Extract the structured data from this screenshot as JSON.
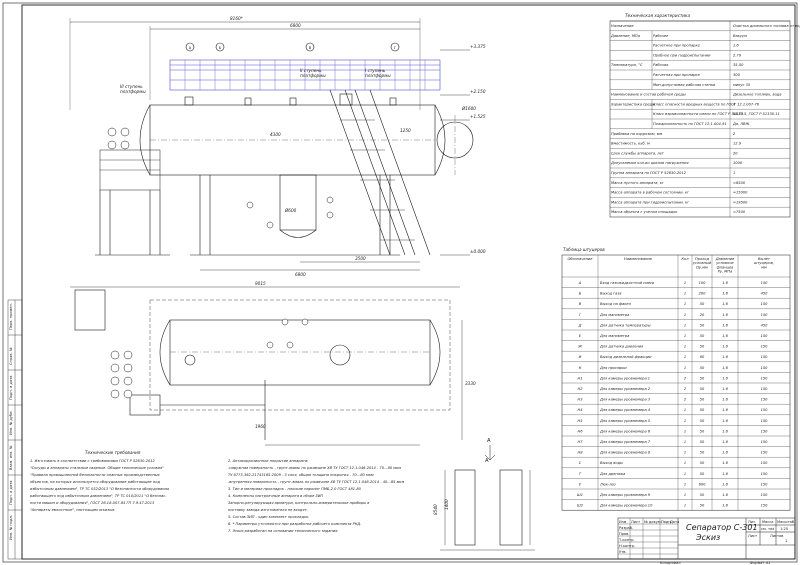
{
  "drawing": {
    "title": "Сепаратор С-301",
    "subtitle": "Эскиз",
    "sheet_scale": "1:25",
    "sheet_mark": "Копировал",
    "sheet_format": "Формат А1"
  },
  "dimensions": {
    "overall_top": "8160*",
    "inner_top": "6800",
    "vessel_len": "4300",
    "bottom_6800": "6800",
    "bottom_3500": "3500",
    "plan_len": "9015",
    "plan_right": "3330",
    "plan_left": "1960",
    "elev1": "+3.375",
    "elev2": "+2.150",
    "elev3": "+1.525",
    "elev4": "±0.000",
    "d1250": "1250",
    "d600": "Ø600",
    "d1600": "Ø1600",
    "d1400": "1400",
    "d8540": "8540"
  },
  "callouts": {
    "platform1": "III ступень\nплатформы",
    "stair2": "II ступень\nплатформы",
    "stair1": "I ступень\nплатформы"
  },
  "nozzle_letters": [
    "А",
    "Б",
    "В",
    "Г",
    "Д",
    "Е",
    "Ж",
    "И",
    "К",
    "Л",
    "М",
    "Н",
    "О",
    "П",
    "Р",
    "С",
    "Т",
    "У",
    "Ф",
    "Х",
    "Ц",
    "Ш"
  ],
  "tech_spec": {
    "title": "Техническая характеристика",
    "rows": [
      {
        "name": "Назначение",
        "sub": "",
        "value": "Очистка дизельного топлива от воды"
      },
      {
        "name": "Давление,\nМПа",
        "sub": "Рабочее",
        "value": "Вакуум"
      },
      {
        "name": "",
        "sub": "Расчетное при пропарке",
        "value": "1.6"
      },
      {
        "name": "",
        "sub": "Пробное при гидроиспытании",
        "value": "2.79"
      },
      {
        "name": "Температура,\n°С",
        "sub": "Рабочая",
        "value": "35-50"
      },
      {
        "name": "",
        "sub": "Расчетная при пропарке",
        "value": "300"
      },
      {
        "name": "",
        "sub": "Мин.допустимая рабочая стенки",
        "value": "минус 35"
      },
      {
        "name": "Наименование и состав рабочей среды",
        "sub": "",
        "value": "Дизельное топливо, вода"
      },
      {
        "name": "Характеристика\nсреды",
        "sub": "Класс опасности вредных веществ по ГОСТ 12.1.007-76",
        "value": "4"
      },
      {
        "name": "",
        "sub": "Класс взрывоопасности смеси по ГОСТ Р 51330.5, ГОСТ Р 51330.11",
        "value": "IIA-T3"
      },
      {
        "name": "",
        "sub": "Пожароопасность по ГОСТ 12.1.004-91",
        "value": "Да, ЛВЖ"
      },
      {
        "name": "Прибавка на коррозию, мм",
        "sub": "",
        "value": "2"
      },
      {
        "name": "Вместимость, куб. м",
        "sub": "",
        "value": "12.9"
      },
      {
        "name": "Срок службы аппарата, лет",
        "sub": "",
        "value": "20"
      },
      {
        "name": "Допускаемое кол-во циклов нагружения",
        "sub": "",
        "value": "1000"
      },
      {
        "name": "Группа аппарата по ГОСТ Р 52630-2012",
        "sub": "",
        "value": "1"
      },
      {
        "name": "Масса пустого аппарата, кг",
        "sub": "",
        "value": "≈6500"
      },
      {
        "name": "Масса аппарата в рабочем состоянии, кг",
        "sub": "",
        "value": "≈15000"
      },
      {
        "name": "Масса аппарата при гидроиспытании, кг",
        "sub": "",
        "value": "≈19500"
      },
      {
        "name": "Масса объекта с учетом площадок",
        "sub": "",
        "value": "≈7500"
      }
    ]
  },
  "nozzle_table": {
    "title": "Таблица штуцеров",
    "headers": [
      "Обозначение",
      "Наименование",
      "Кол",
      "Проход условный Dу,мм",
      "Давление условное фланцев Ру, МПа",
      "Вылет штуцеров, мм"
    ],
    "rows": [
      [
        "А",
        "Вход газожидкостной смеси",
        "1",
        "100",
        "1.6",
        "150"
      ],
      [
        "Б",
        "Выход газа",
        "1",
        "200",
        "1.6",
        "450"
      ],
      [
        "В",
        "Выход на факел",
        "1",
        "50",
        "1.6",
        "150"
      ],
      [
        "Г",
        "Для манометра",
        "1",
        "20",
        "1.6",
        "150"
      ],
      [
        "Д",
        "Для датчика температуры",
        "1",
        "50",
        "1.6",
        "450"
      ],
      [
        "Е",
        "Для манометра",
        "1",
        "50",
        "1.6",
        "150"
      ],
      [
        "Ж",
        "Для датчика давления",
        "1",
        "50",
        "1.6",
        "150"
      ],
      [
        "И",
        "Выход дизельной фракции",
        "1",
        "80",
        "1.6",
        "150"
      ],
      [
        "К",
        "Для пропарки",
        "1",
        "50",
        "1.6",
        "150"
      ],
      [
        "Н1",
        "Для камеры уровнемера 1",
        "2",
        "50",
        "1.6",
        "150"
      ],
      [
        "Н2",
        "Для камеры уровнемера 2",
        "2",
        "50",
        "1.6",
        "150"
      ],
      [
        "Н3",
        "Для камеры уровнемера 3",
        "2",
        "50",
        "1.6",
        "150"
      ],
      [
        "Н4",
        "Для камеры уровнемера 4",
        "1",
        "50",
        "1.6",
        "150"
      ],
      [
        "Н5",
        "Для камеры уровнемера 5",
        "1",
        "50",
        "1.6",
        "150"
      ],
      [
        "Н6",
        "Для камеры уровнемера 6",
        "1",
        "50",
        "1.6",
        "150"
      ],
      [
        "Н7",
        "Для камеры уровнемера 7",
        "1",
        "50",
        "1.6",
        "150"
      ],
      [
        "Н8",
        "Для камеры уровнемера 8",
        "1",
        "50",
        "1.6",
        "150"
      ],
      [
        "С",
        "Выход воды",
        "1",
        "50",
        "1.6",
        "150"
      ],
      [
        "Т",
        "Для дренажа",
        "1",
        "50",
        "1.6",
        "150"
      ],
      [
        "У",
        "Люк-лаз",
        "1",
        "600",
        "1.6",
        "150"
      ],
      [
        "Ш1",
        "Для камеры уровнемера 9",
        "1",
        "50",
        "1.6",
        "150"
      ],
      [
        "Ш2",
        "Для камеры уровнемера 10",
        "1",
        "50",
        "1.6",
        "150"
      ]
    ]
  },
  "notes": {
    "title": "Технические требования",
    "col1": [
      "1. Изготовить в соответствии с требованиями ГОСТ Р 52630-2012",
      "\"Сосуды и аппараты стальные сварные. Общие технические условия\"",
      "\"Правила промышленной безопасности опасных производственных",
      "объектов, на которых используется оборудование работающее под",
      "избыточным давлением\", ТР ТС 032/2013 \"О безопасности оборудования",
      "работающего под избыточным давлением\", ТР ТС 010/2011 \"О безопас-",
      "ности машин и оборудования\", ГОСТ 26.18-007-85 ГП 7.9.47-2013",
      "\"Аппараты емкостные\", настоящим эскизом."
    ],
    "col2": [
      "2. Антикоррозионное покрытие аппарата:",
      "-наружная поверхность - грунт-эмаль по ржавчине ХВ ТУ ГОСТ 12.1.046-2014 - 70…80 мкм",
      "ТУ 6773-362-21743165-2009 - 3 слоя, общая толщина покрытия - 70…80 мкм",
      "-внутренняя поверхность - грунт-эмаль по ржавчине ХВ ТУ ГОСТ 12.1.046-2014 - 40…65 мкм",
      "3. Тип и материал прокладок - плоские паронит ПМБ-2.0 ГОСТ 481-80",
      "4. Комплекты настроечные аппарата в сборе ЗИП",
      "Запорно-регулирующая арматура, контрольно-измерительные приборы в",
      "поставку завода-изготовителя не входят.",
      "5. Состав ЗИП - один комплект прокладок.",
      "6. * Параметры уточняются при разработке рабочего комплекта РКД.",
      "7. Эскиз разработан на основании технического задания."
    ]
  },
  "title_block": {
    "labels": [
      "Изм",
      "Лист",
      "№ докум.",
      "Подп.",
      "Дата"
    ],
    "roles": [
      "Разраб.",
      "Пров.",
      "Т.контр.",
      "Н.контр.",
      "Утв."
    ],
    "lit_label": "Лит.",
    "mass_label": "Масса",
    "scale_label": "Масштаб",
    "lit_value": "",
    "mass_value": "см. тех",
    "sheet_label": "Лист",
    "sheets_label": "Листов",
    "sheet_value": "1"
  },
  "left_strip": [
    "Перв. примен.",
    "Справ. №",
    "Подп. и дата",
    "Инв. № дубл.",
    "Взам. инв. №",
    "Подп. и дата",
    "Инв. № подл."
  ],
  "view_labels": {
    "a": "А",
    "a_view": "А"
  },
  "colors": {
    "line": "#1a1a1a",
    "platform": "#5050d0"
  }
}
